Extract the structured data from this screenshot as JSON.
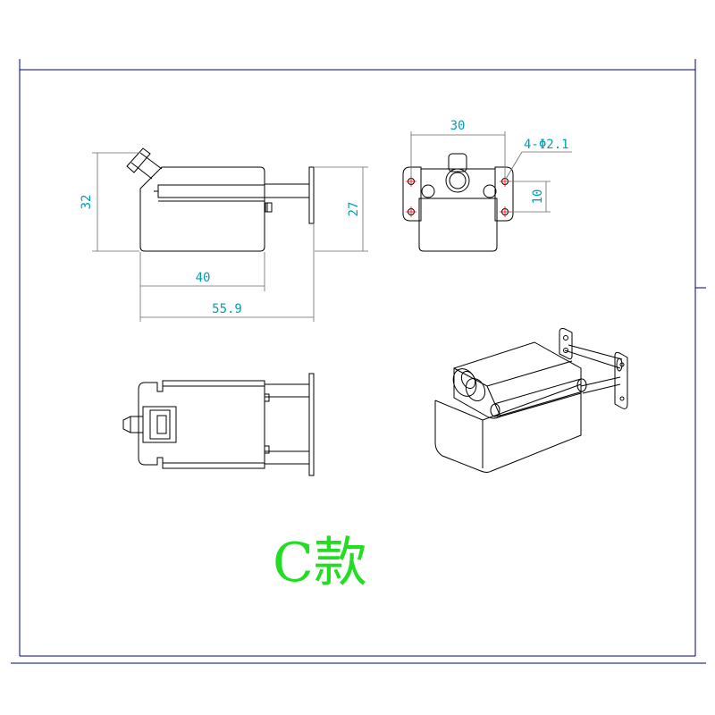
{
  "colors": {
    "frame": "#000080",
    "dimension_text": "#00a0b4",
    "center_mark": "#ff0000",
    "title": "#22dd22",
    "outline": "#000000"
  },
  "dimensions": {
    "height_32": "32",
    "length_40": "40",
    "length_55_9": "55.9",
    "height_27": "27",
    "width_30": "30",
    "holes": "4-Φ2.1",
    "spacing_10": "10"
  },
  "title": "C款"
}
